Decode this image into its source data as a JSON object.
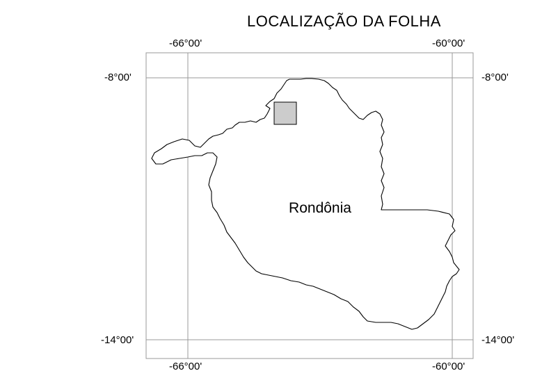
{
  "title": "LOCALIZAÇÃO DA FOLHA",
  "region_label": "Rondônia",
  "longitudes": {
    "west": "-66°00'",
    "east": "-60°00'"
  },
  "latitudes": {
    "north": "-8°00'",
    "south": "-14°00'"
  },
  "colors": {
    "grid": "#999999",
    "outline": "#000000",
    "highlight_fill": "#cccccc"
  }
}
